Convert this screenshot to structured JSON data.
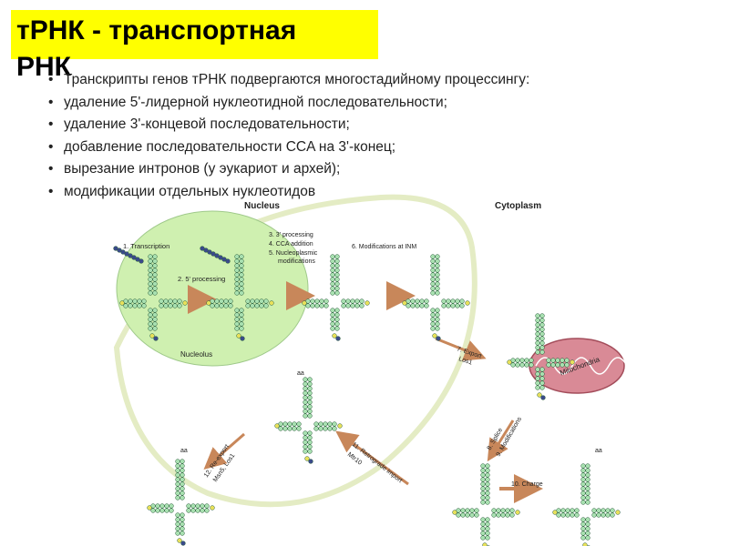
{
  "slide": {
    "title_line1": "тРНК - транспортная",
    "title_line2": "РНК",
    "lead": "Транскрипты генов тРНК подвергаются многостадийному процессингу:",
    "bullets": [
      "удаление 5'-лидерной нуклеотидной последовательности;",
      "удаление 3'-концевой последовательности;",
      "добавление последовательности CCA на 3'-конец;",
      "вырезание интронов (у эукариот и архей);",
      "модификации отдельных нуклеотидов"
    ]
  },
  "diagram": {
    "compartments": {
      "nucleus": "Nucleus",
      "cytoplasm": "Cytoplasm",
      "nucleolus": "Nucleolus",
      "mitochondria": "Mitochondria"
    },
    "steps": {
      "s1": "1. Transcription",
      "s2": "2. 5' processing",
      "s3a": "3. 3' processing",
      "s3b": "4. CCA addition",
      "s3c": "5. Nucleoplasmic",
      "s3d": "modifications",
      "s6": "6. Modifications at INM",
      "s7a": "7. Export",
      "s7b": "Los1",
      "s8a": "8. Splice",
      "s8b": "9. Modifications",
      "s10": "10. Charge",
      "s11a": "11. Retrograde import",
      "s11b": "Mtr10",
      "s12a": "12. Re-export",
      "s12b": "Msn5, Los1"
    },
    "aa": "aa",
    "colors": {
      "nucleolus": "#cff0b0",
      "nucleus_border": "#e4ecc4",
      "title_bg": "#ffff00",
      "stem": "#2e8b57",
      "arrow": "#c8875a",
      "mito": "#d98a96"
    }
  }
}
